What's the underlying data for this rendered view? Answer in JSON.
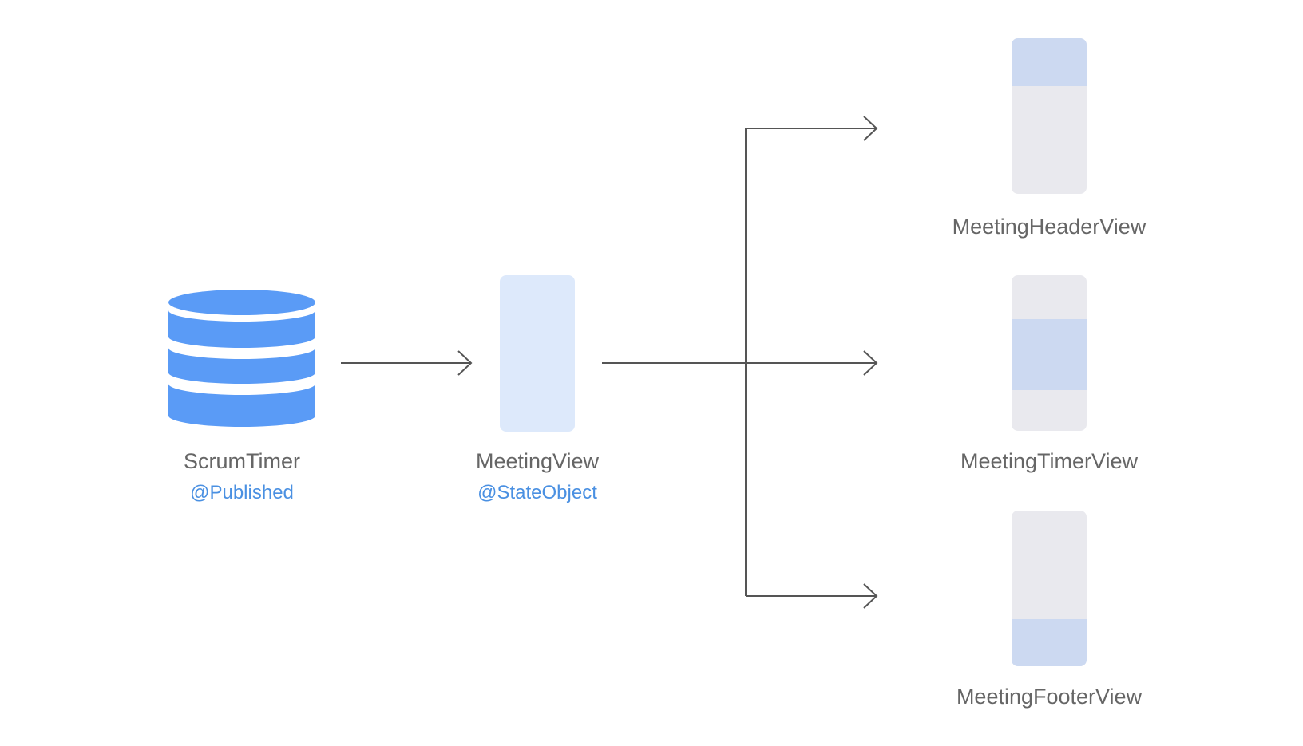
{
  "colors": {
    "background": "#ffffff",
    "database_blue": "#5a9bf6",
    "accent_text": "#4a90e2",
    "label_text": "#666666",
    "connector": "#555555",
    "screen_body": "#e9e9ee",
    "screen_highlight": "#ccd9f1",
    "meeting_view_fill": "#dde9fb"
  },
  "nodes": {
    "scrum_timer": {
      "name": "ScrumTimer",
      "wrapper": "@Published",
      "icon": "database-icon"
    },
    "meeting_view": {
      "name": "MeetingView",
      "wrapper": "@StateObject",
      "icon": "screen-icon"
    },
    "meeting_header_view": {
      "name": "MeetingHeaderView",
      "icon": "screen-header-highlight-icon"
    },
    "meeting_timer_view": {
      "name": "MeetingTimerView",
      "icon": "screen-middle-highlight-icon"
    },
    "meeting_footer_view": {
      "name": "MeetingFooterView",
      "icon": "screen-footer-highlight-icon"
    }
  },
  "edges": [
    {
      "from": "ScrumTimer",
      "to": "MeetingView"
    },
    {
      "from": "MeetingView",
      "to": "MeetingHeaderView"
    },
    {
      "from": "MeetingView",
      "to": "MeetingTimerView"
    },
    {
      "from": "MeetingView",
      "to": "MeetingFooterView"
    }
  ]
}
